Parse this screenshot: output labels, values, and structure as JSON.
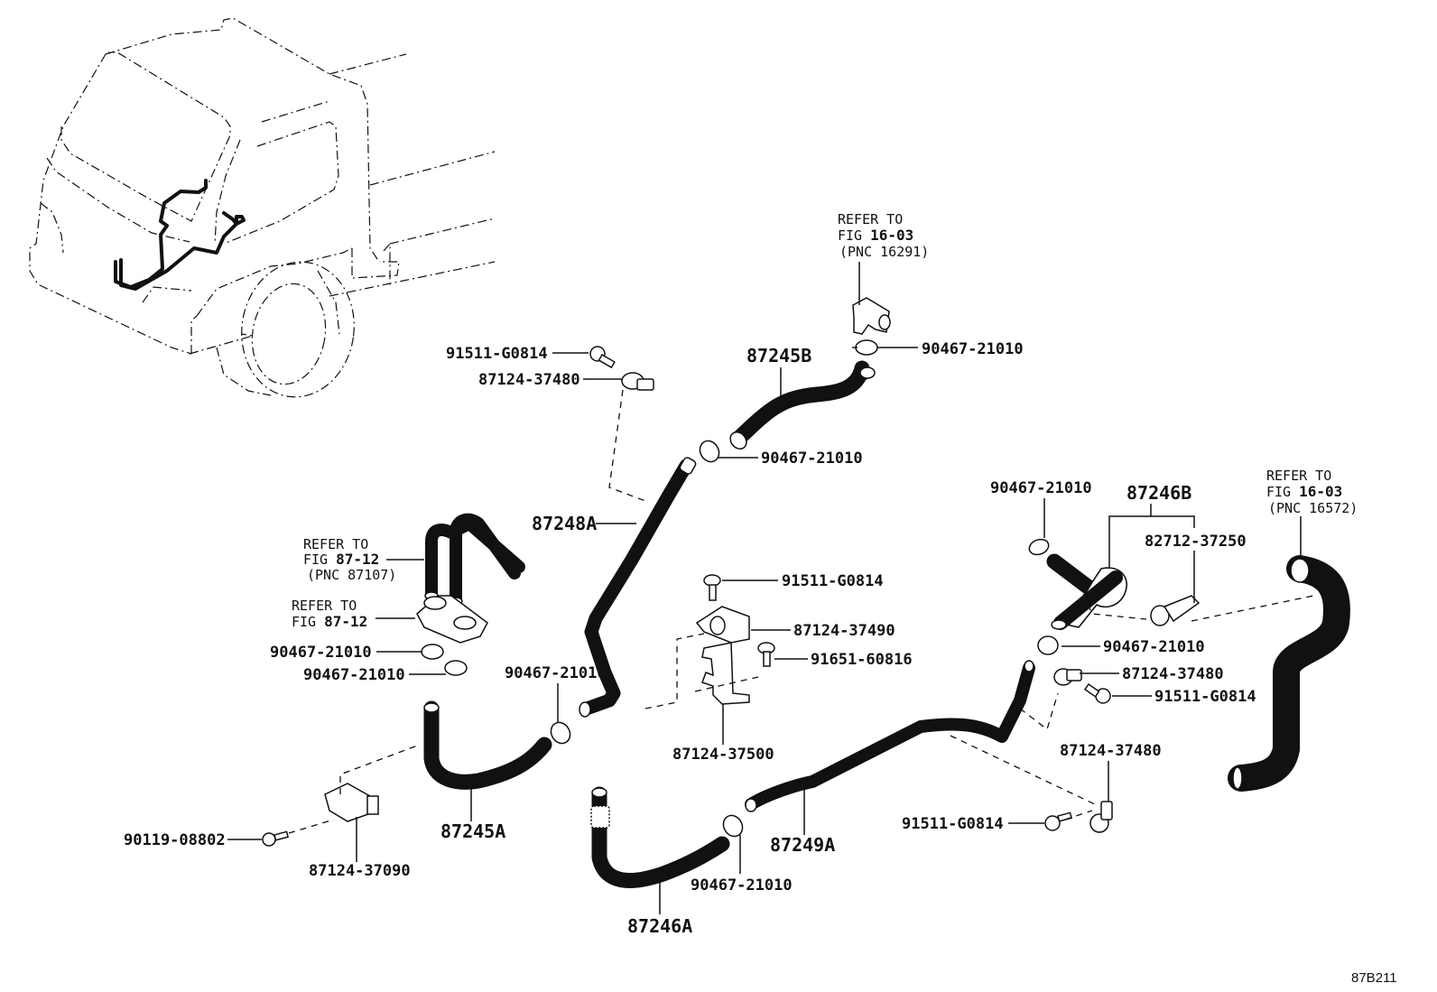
{
  "figure_id": "87B211",
  "refs": {
    "top_center": {
      "line1": "REFER TO",
      "line2_prefix": "FIG ",
      "line2_bold": "16-03",
      "line3": "(PNC 16291)"
    },
    "left_upper": {
      "line1": "REFER TO",
      "line2_prefix": "FIG ",
      "line2_bold": "87-12",
      "line3": "(PNC 87107)"
    },
    "left_lower": {
      "line1": "REFER TO",
      "line2_prefix": "FIG ",
      "line2_bold": "87-12"
    },
    "right": {
      "line1": "REFER TO",
      "line2_prefix": "FIG ",
      "line2_bold": "16-03",
      "line3": "(PNC 16572)"
    }
  },
  "callouts": {
    "bolt_top": "91511-G0814",
    "clamp_top": "87124-37480",
    "hose_87245B": "87245B",
    "clip_top_right": "90467-21010",
    "clip_87245B_end": "90467-21010",
    "hose_87248A": "87248A",
    "clip_left_1": "90467-21010",
    "clip_left_2": "90467-21010",
    "clip_mid_left": "90467-21010",
    "hose_87245A": "87245A",
    "bolt_bottom_left": "90119-08802",
    "clamp_bottom_left": "87124-37090",
    "bolt_center": "91511-G0814",
    "clamp_center": "87124-37490",
    "bolt_center_2": "91651-60816",
    "bracket_center": "87124-37500",
    "hose_87246A": "87246A",
    "clip_bottom_center": "90467-21010",
    "hose_87249A": "87249A",
    "clip_right_top": "90467-21010",
    "hose_87246B": "87246B",
    "clamp_87246B": "82712-37250",
    "clip_right_mid": "90467-21010",
    "clamp_right_mid": "87124-37480",
    "bolt_right_mid": "91511-G0814",
    "clamp_right_low": "87124-37480",
    "bolt_right_low": "91511-G0814"
  }
}
